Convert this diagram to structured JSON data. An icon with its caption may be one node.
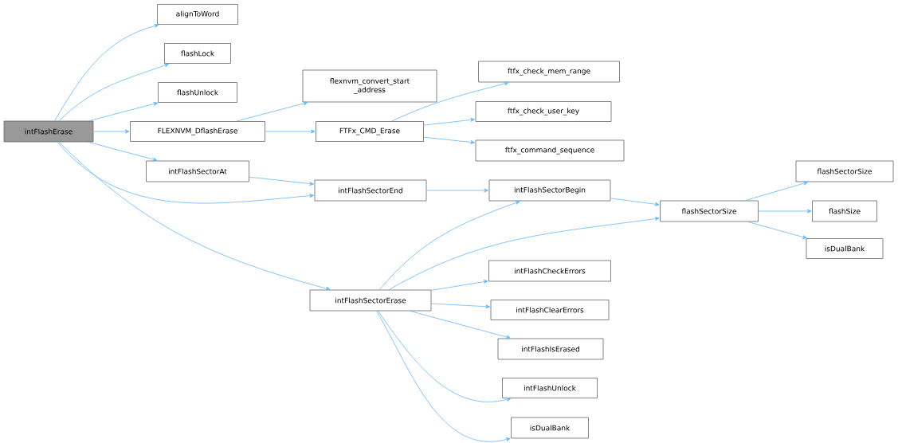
{
  "diagram": {
    "nodes": [
      {
        "text": [
          "intFlashErase"
        ]
      },
      {
        "text": [
          "alignToWord"
        ]
      },
      {
        "text": [
          "flashLock"
        ]
      },
      {
        "text": [
          "flashUnlock"
        ]
      },
      {
        "text": [
          "FLEXNVM_DflashErase"
        ]
      },
      {
        "text": [
          "flexnvm_convert_start _address"
        ]
      },
      {
        "text": [
          "FTFx_CMD_Erase"
        ]
      },
      {
        "text": [
          "ftfx_check_mem_range"
        ]
      },
      {
        "text": [
          "ftfx_check_user_key"
        ]
      },
      {
        "text": [
          "ftfx_command_sequence"
        ]
      },
      {
        "text": [
          "intFlashSectorAt"
        ]
      },
      {
        "text": [
          "intFlashSectorEnd"
        ]
      },
      {
        "text": [
          "intFlashSectorBegin"
        ]
      },
      {
        "text": [
          "flashSectorSize"
        ]
      },
      {
        "text": [
          "flashSectorSize"
        ]
      },
      {
        "text": [
          "flashSize"
        ]
      },
      {
        "text": [
          "isDualBank"
        ]
      },
      {
        "text": [
          "intFlashSectorErase"
        ]
      },
      {
        "text": [
          "intFlashCheckErrors"
        ]
      },
      {
        "text": [
          "intFlashClearErrors"
        ]
      },
      {
        "text": [
          "intFlashIsErased"
        ]
      },
      {
        "text": [
          "intFlashUnlock"
        ]
      },
      {
        "text": [
          "isDualBank"
        ]
      }
    ],
    "edges": [
      {
        "from": 0,
        "to": 1,
        "arrow": "to"
      },
      {
        "from": 0,
        "to": 2,
        "arrow": "to"
      },
      {
        "from": 0,
        "to": 3,
        "arrow": "to"
      },
      {
        "from": 0,
        "to": 4,
        "arrow": "to"
      },
      {
        "from": 0,
        "to": 10,
        "arrow": "to"
      },
      {
        "from": 0,
        "to": 11,
        "arrow": "to"
      },
      {
        "from": 0,
        "to": 17,
        "arrow": "to"
      },
      {
        "from": 4,
        "to": 5,
        "arrow": "to"
      },
      {
        "from": 4,
        "to": 6,
        "arrow": "to"
      },
      {
        "from": 6,
        "to": 7,
        "arrow": "to"
      },
      {
        "from": 6,
        "to": 8,
        "arrow": "to"
      },
      {
        "from": 6,
        "to": 9,
        "arrow": "to"
      },
      {
        "from": 10,
        "to": 11,
        "arrow": "to"
      },
      {
        "from": 11,
        "to": 12,
        "arrow": "to"
      },
      {
        "from": 12,
        "to": 13,
        "arrow": "to"
      },
      {
        "from": 13,
        "to": 14,
        "arrow": "to"
      },
      {
        "from": 13,
        "to": 15,
        "arrow": "to"
      },
      {
        "from": 13,
        "to": 16,
        "arrow": "to"
      },
      {
        "from": 17,
        "to": 12,
        "arrow": "to"
      },
      {
        "from": 17,
        "to": 13,
        "arrow": "to"
      },
      {
        "from": 17,
        "to": 18,
        "arrow": "to"
      },
      {
        "from": 17,
        "to": 19,
        "arrow": "to"
      },
      {
        "from": 17,
        "to": 20,
        "arrow": "to"
      },
      {
        "from": 17,
        "to": 21,
        "arrow": "to"
      },
      {
        "from": 17,
        "to": 22,
        "arrow": "to"
      }
    ]
  }
}
